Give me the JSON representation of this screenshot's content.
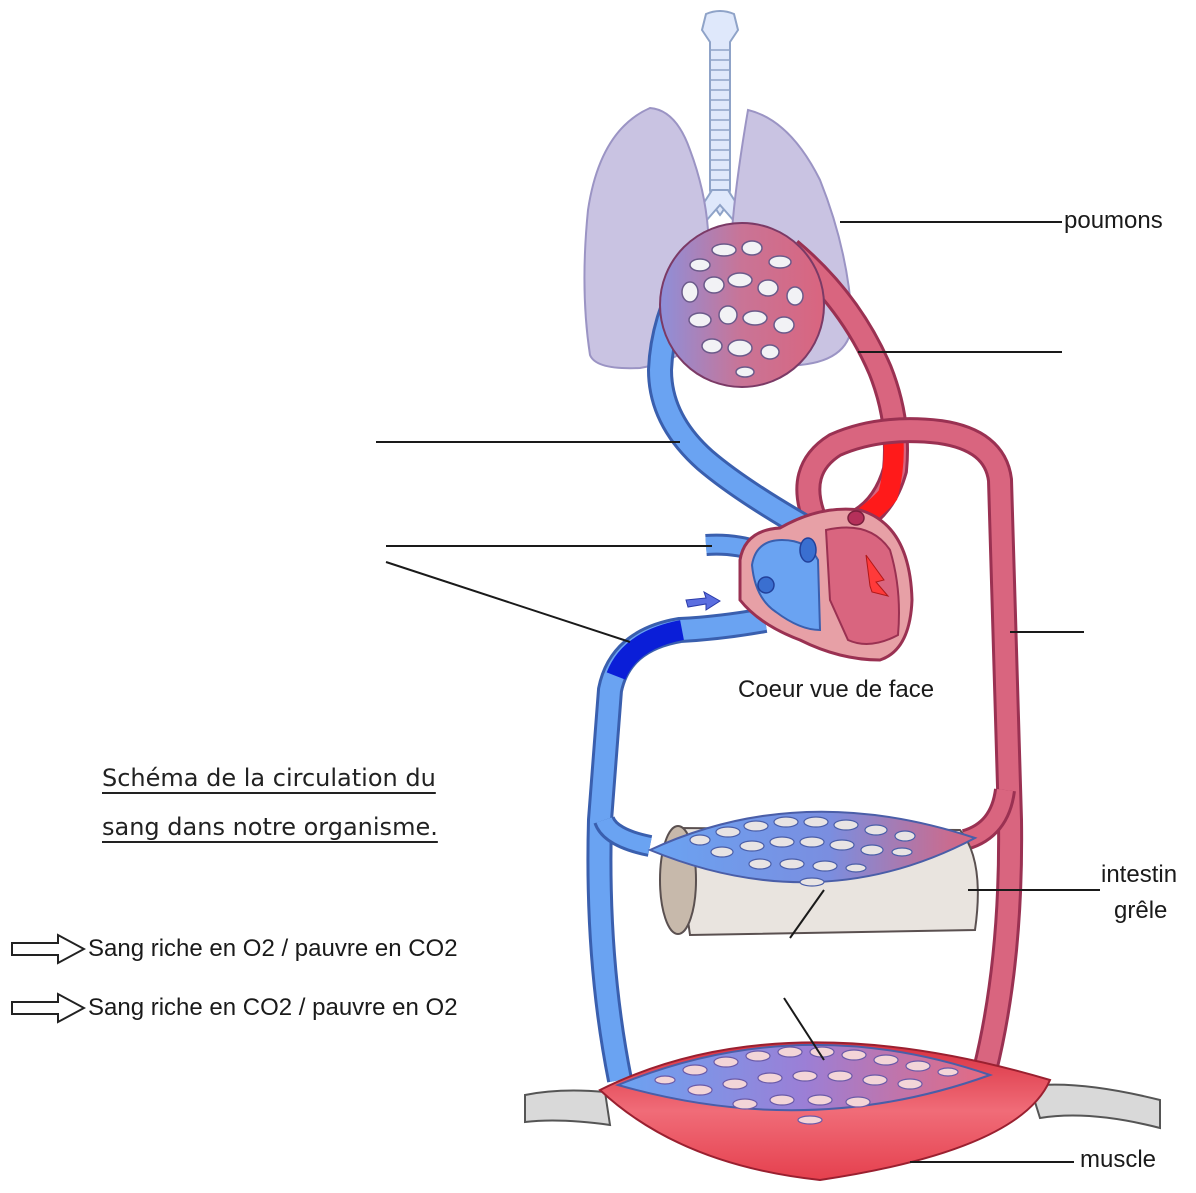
{
  "labels": {
    "poumons": "poumons",
    "coeur_vue": "Coeur vue de face",
    "intestin_line1": "intestin",
    "intestin_line2": "grêle",
    "muscle": "muscle"
  },
  "title": {
    "line1": "Schéma de la circulation du",
    "line2": "sang dans notre organisme."
  },
  "legend": [
    {
      "text": "Sang riche en O2 / pauvre en CO2",
      "color": "#ffffff"
    },
    {
      "text": "Sang riche en CO2 / pauvre en O2",
      "color": "#ffffff"
    }
  ],
  "colors": {
    "oxygenated": "#d9657f",
    "deoxygenated": "#6aa3f2",
    "lung": "#c9c3e2",
    "muscle": "#e8485a",
    "intestine": "#e9e4df",
    "aorta_highlight": "#ff1a1a",
    "vena_highlight": "#0a1ed8"
  }
}
